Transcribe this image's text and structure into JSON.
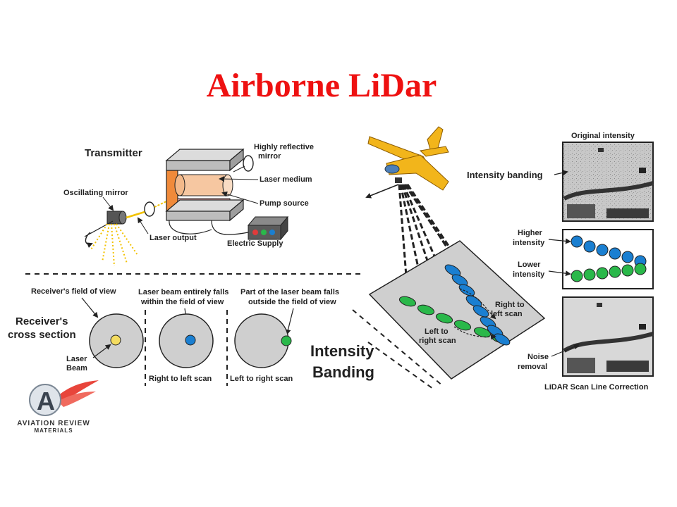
{
  "title": "Airborne LiDar",
  "transmitter": {
    "heading": "Transmitter",
    "labels": {
      "highly_reflective_mirror": [
        "Highly reflective",
        "mirror"
      ],
      "laser_medium": "Laser medium",
      "pump_source": "Pump source",
      "oscillating_mirror": "Oscillating mirror",
      "laser_output": "Laser output",
      "electric_supply": "Electric Supply"
    }
  },
  "receiver": {
    "heading": [
      "Receiver's",
      "cross section"
    ],
    "fov_label": "Receiver's field of view",
    "laser_beam": [
      "Laser",
      "Beam"
    ],
    "entire_caption": [
      "Laser beam entirely falls",
      "within the field of view"
    ],
    "partial_caption": [
      "Part of the laser beam falls",
      "outside the field of view"
    ],
    "right_to_left": "Right to left scan",
    "left_to_right": "Left to right scan"
  },
  "banding": {
    "title": [
      "Intensity",
      "Banding"
    ],
    "right_to_left": [
      "Right to",
      "left scan"
    ],
    "left_to_right": [
      "Left to",
      "right scan"
    ]
  },
  "panels": {
    "original_intensity": "Original intensity",
    "intensity_banding": "Intensity banding",
    "higher_intensity": [
      "Higher",
      "intensity"
    ],
    "lower_intensity": [
      "Lower",
      "intensity"
    ],
    "noise_removal": [
      "Noise",
      "removal"
    ],
    "caption": "LiDAR Scan Line Correction"
  },
  "logo": {
    "line1": "AVIATION REVIEW",
    "line2": "MATERIALS",
    "letter": "A"
  },
  "colors": {
    "title": "#ee1111",
    "blue_dot": "#1a7fd1",
    "green_dot": "#2ab84a",
    "yellow_dot": "#f4dc60",
    "plane": "#f2b51b"
  }
}
